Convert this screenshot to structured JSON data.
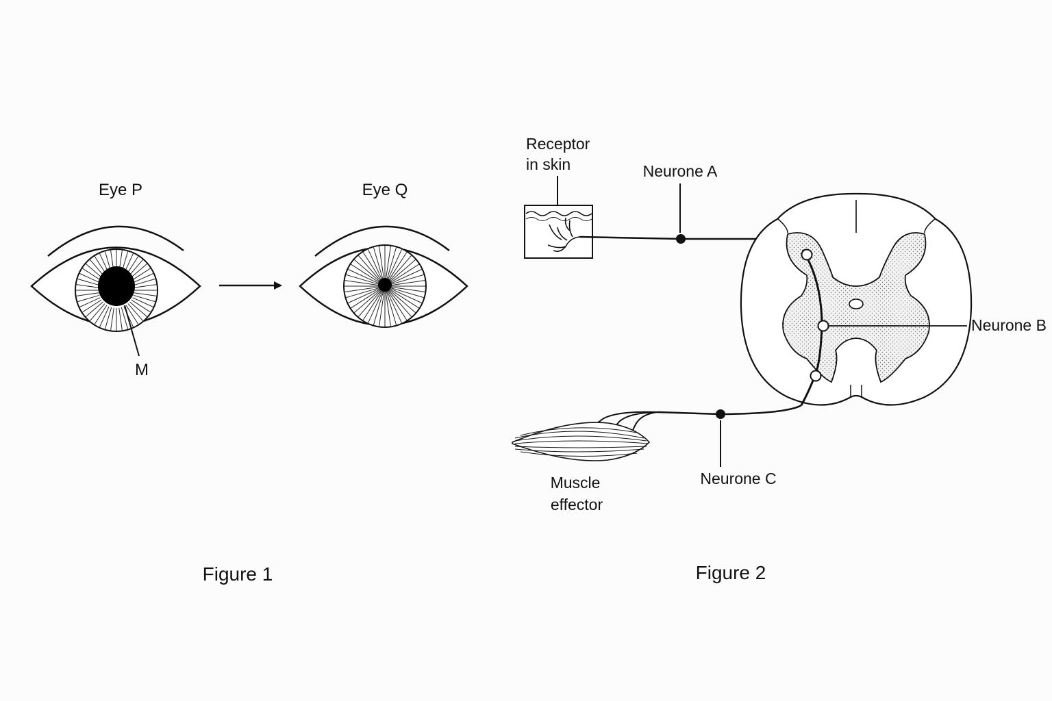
{
  "figure1": {
    "caption": "Figure 1",
    "eye_p_label": "Eye P",
    "eye_q_label": "Eye Q",
    "label_m": "M"
  },
  "figure2": {
    "caption": "Figure 2",
    "receptor_line1": "Receptor",
    "receptor_line2": "in skin",
    "neurone_a": "Neurone A",
    "neurone_b": "Neurone B",
    "neurone_c": "Neurone C",
    "muscle_line1": "Muscle",
    "muscle_line2": "effector"
  }
}
